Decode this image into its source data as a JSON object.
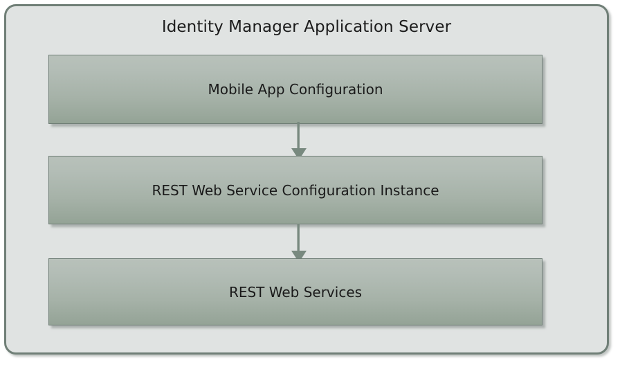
{
  "diagram": {
    "title": "Identity Manager Application Server",
    "container_name": "identity-manager-application-server",
    "nodes": [
      {
        "id": "mobile-app-configuration",
        "label": "Mobile App Configuration"
      },
      {
        "id": "rest-web-service-configuration-instance",
        "label": "REST Web Service Configuration Instance"
      },
      {
        "id": "rest-web-services",
        "label": "REST Web Services"
      }
    ],
    "connectors": [
      {
        "id": "arrow-mobile-app-to-rest-config",
        "type": "down-arrow",
        "from": "mobile-app-configuration",
        "to": "rest-web-service-configuration-instance"
      },
      {
        "id": "arrow-rest-config-to-rest-services",
        "type": "down-arrow",
        "from": "rest-web-service-configuration-instance",
        "to": "rest-web-services"
      }
    ],
    "colors": {
      "page_background": "#ffffff",
      "container_background": "#e0e3e2",
      "container_border": "#707f77",
      "node_fill_top": "#b8c1ba",
      "node_fill_bottom": "#94a396",
      "node_border": "#6f7e76",
      "arrow": "#78897f",
      "text": "#1a1a1a"
    }
  }
}
